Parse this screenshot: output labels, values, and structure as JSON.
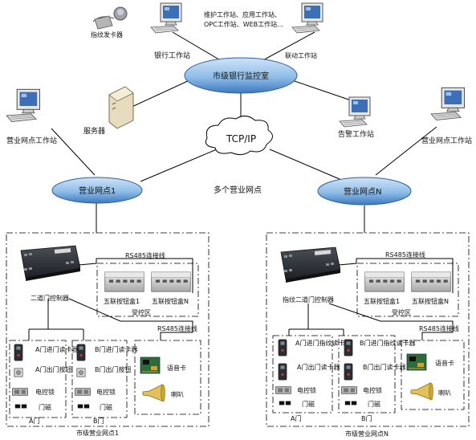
{
  "top": {
    "fingerprint_reader": "指纹发卡器",
    "bank_workstation": "银行工作站",
    "maint_line1": "维护工作站、应用工作站、",
    "maint_line2": "OPC工作站、WEB工作站...",
    "linkage_workstation": "联动工作站",
    "city_monitor": "市级银行监控室",
    "server": "服务器",
    "alarm_workstation": "告警工作站",
    "branch_workstation_left": "营业网点工作站",
    "branch_workstation_right": "营业网点工作站",
    "tcpip": "TCP/IP",
    "branch1": "营业网点1",
    "multiple_branches": "多个营业网点",
    "branchN": "营业网点N"
  },
  "left_site": {
    "rs485_top": "RS485连接线",
    "controller": "二道门控制器",
    "button_box1": "五联按钮盒1",
    "button_boxN": "五联按钮盒N",
    "controlled_zone": "受控区",
    "rs485_mid": "RS485连接线",
    "a_reader": "A门进门读卡器",
    "a_exit": "A门出门按钮",
    "lock_a": "电控锁",
    "mag_a": "门磁",
    "door_a": "A门",
    "b_reader": "B门进门读卡器",
    "b_exit": "B门出门按钮",
    "lock_b": "电控锁",
    "mag_b": "门磁",
    "door_b": "B门",
    "voice_card": "语音卡",
    "speaker": "喇叭",
    "footer": "市级营业网点1"
  },
  "right_site": {
    "rs485_top": "RS485连接线",
    "controller": "指纹二道门控制器",
    "button_box1": "五联按钮盒1",
    "button_boxN": "五联按钮盒N",
    "controlled_zone": "受控区",
    "rs485_mid": "RS485连接线",
    "a_reader": "A门进门指纹读卡器",
    "a_exit": "A门出门读卡器",
    "lock_a": "电控锁",
    "mag_a": "门磁",
    "door_a": "A门",
    "b_reader": "B门进门指纹读卡器",
    "b_exit": "B门出门读卡器",
    "lock_b": "电控锁",
    "mag_b": "门磁",
    "door_b": "B门",
    "voice_card": "语音卡",
    "speaker": "喇叭",
    "footer": "市级营业网点N"
  }
}
